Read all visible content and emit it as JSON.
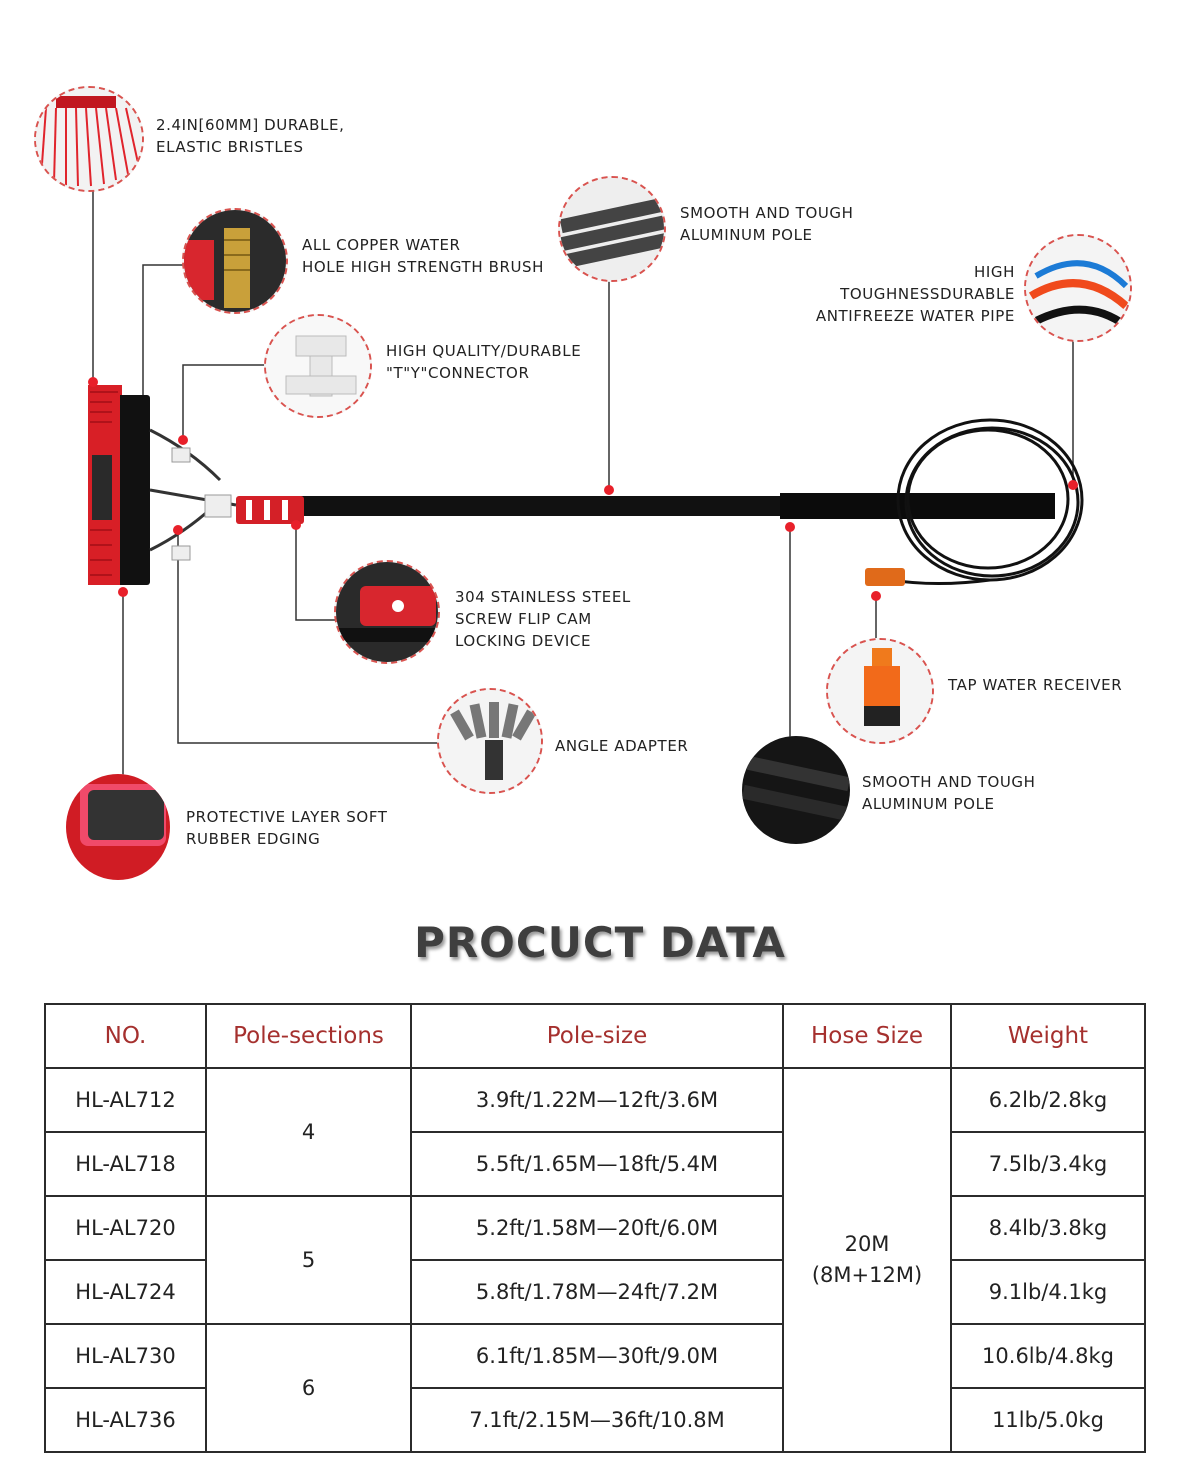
{
  "callouts": {
    "bristles": "2.4IN[60MM] DURABLE,\nELASTIC BRISTLES",
    "copper": "ALL COPPER WATER\nHOLE HIGH STRENGTH BRUSH",
    "connector": "HIGH QUALITY/DURABLE\n\"T\"Y\"CONNECTOR",
    "pole_top": "SMOOTH AND TOUGH\nALUMINUM POLE",
    "pipe": "HIGH\nTOUGHNESSDURABLE\nANTIFREEZE WATER PIPE",
    "lock": "304 STAINLESS STEEL\nSCREW FLIP CAM\nLOCKING DEVICE",
    "tap": "TAP WATER RECEIVER",
    "angle": "ANGLE ADAPTER",
    "pole_bottom": "SMOOTH AND TOUGH\nALUMINUM POLE",
    "rubber": "PROTECTIVE LAYER SOFT\nRUBBER EDGING"
  },
  "title": "PROCUCT DATA",
  "table": {
    "headers": [
      "NO.",
      "Pole-sections",
      "Pole-size",
      "Hose Size",
      "Weight"
    ],
    "rows": [
      {
        "no": "HL-AL712",
        "size": "3.9ft/1.22M—12ft/3.6M",
        "weight": "6.2lb/2.8kg"
      },
      {
        "no": "HL-AL718",
        "size": "5.5ft/1.65M—18ft/5.4M",
        "weight": "7.5lb/3.4kg"
      },
      {
        "no": "HL-AL720",
        "size": "5.2ft/1.58M—20ft/6.0M",
        "weight": "8.4lb/3.8kg"
      },
      {
        "no": "HL-AL724",
        "size": "5.8ft/1.78M—24ft/7.2M",
        "weight": "9.1lb/4.1kg"
      },
      {
        "no": "HL-AL730",
        "size": "6.1ft/1.85M—30ft/9.0M",
        "weight": "10.6lb/4.8kg"
      },
      {
        "no": "HL-AL736",
        "size": "7.1ft/2.15M—36ft/10.8M",
        "weight": "11lb/5.0kg"
      }
    ],
    "sections": [
      "4",
      "5",
      "6"
    ],
    "hose": "20M\n(8M+12M)"
  },
  "colors": {
    "accent": "#e8202a",
    "header_text": "#a5302e",
    "pole": "#111111"
  }
}
